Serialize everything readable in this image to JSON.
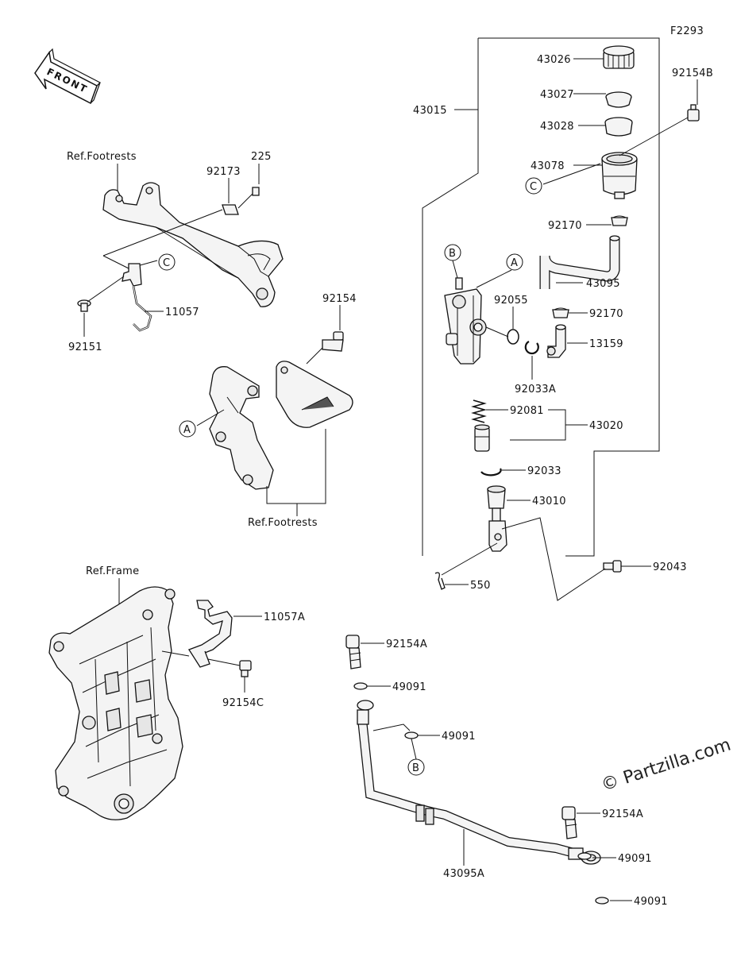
{
  "figure_code": "F2293",
  "front_arrow": {
    "label": "FRONT",
    "icon": "front-direction-arrow-icon"
  },
  "watermark": "© Partzilla.com",
  "labels": {
    "p43026": "43026",
    "p43027": "43027",
    "p43028": "43028",
    "p43078": "43078",
    "p92154B": "92154B",
    "p43015": "43015",
    "p92170a": "92170",
    "p43095": "43095",
    "p92170b": "92170",
    "p92055": "92055",
    "p13159": "13159",
    "p92033A": "92033A",
    "p92081": "92081",
    "p43020": "43020",
    "p92033": "92033",
    "p43010": "43010",
    "p550": "550",
    "p92043": "92043",
    "p225": "225",
    "p92173": "92173",
    "p11057": "11057",
    "p92151": "92151",
    "p92154": "92154",
    "p11057A": "11057A",
    "p92154C": "92154C",
    "p92154A_top": "92154A",
    "p49091_a": "49091",
    "p49091_b": "49091",
    "p43095A": "43095A",
    "p92154A_bottom": "92154A",
    "p49091_c": "49091",
    "p49091_d": "49091"
  },
  "references": {
    "footrests_top": "Ref.Footrests",
    "footrests_bottom": "Ref.Footrests",
    "frame": "Ref.Frame"
  },
  "callouts": {
    "A_left": "A",
    "A_right": "A",
    "B_top": "B",
    "B_bottom": "B",
    "C_left": "C",
    "C_right": "C"
  }
}
